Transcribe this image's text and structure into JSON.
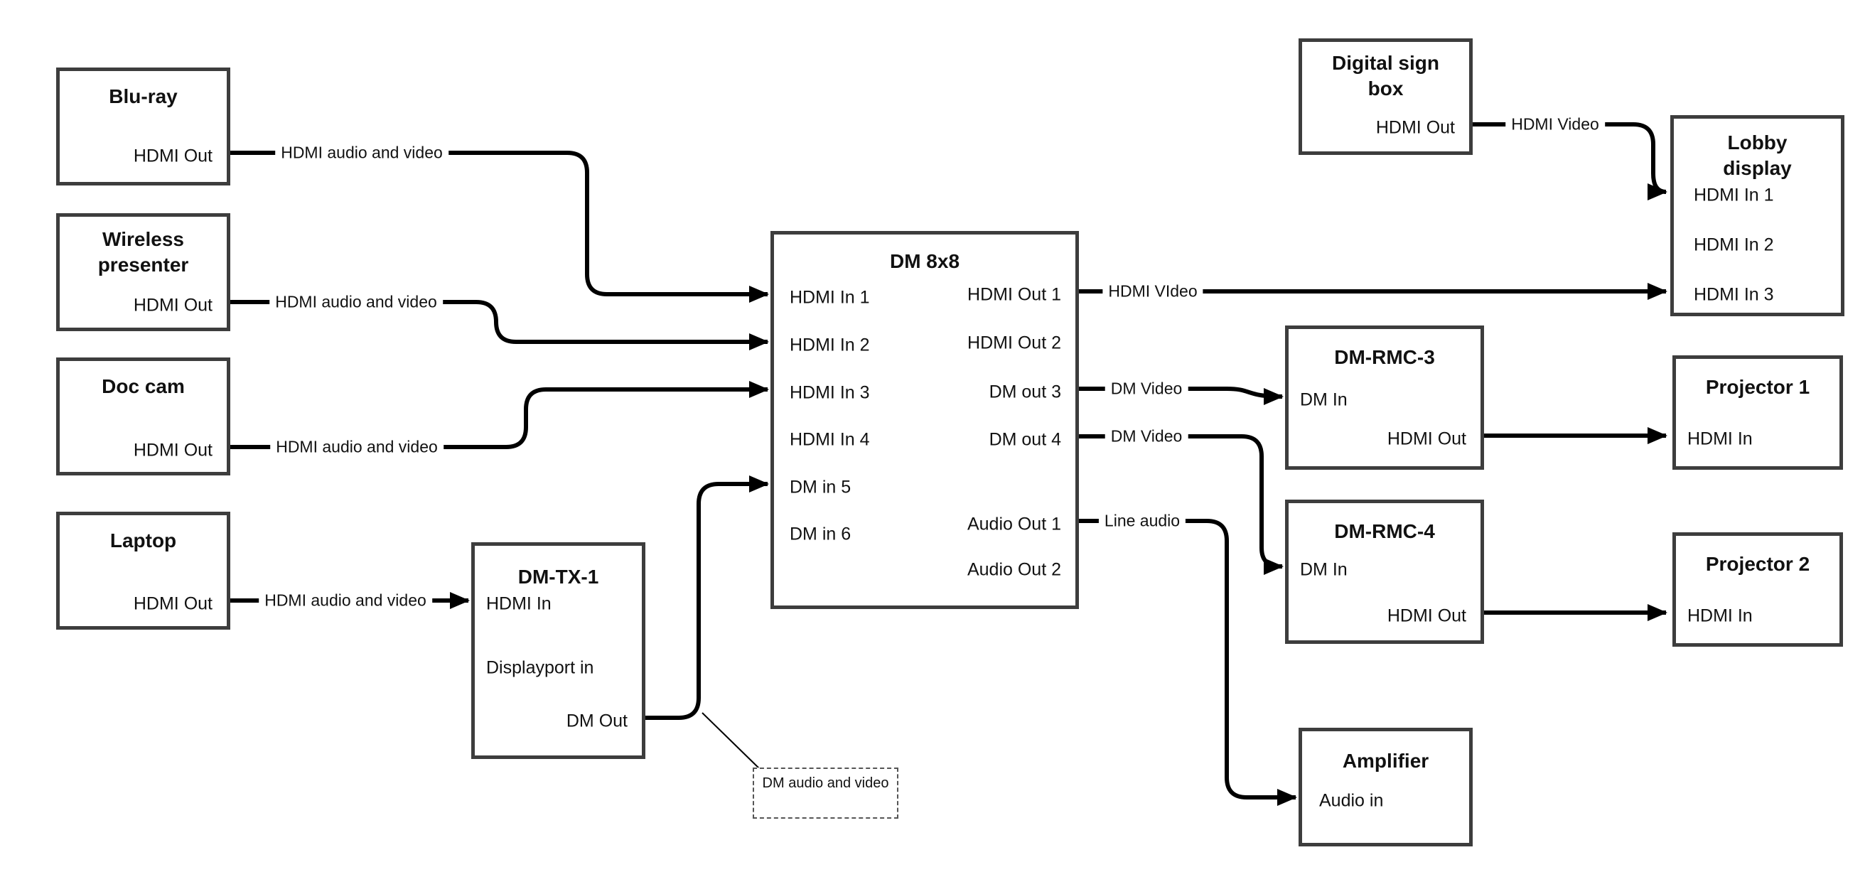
{
  "diagram": {
    "background": "#ffffff",
    "box_border_color": "#3d3d3d",
    "line_color": "#000000"
  },
  "nodes": {
    "bluray": {
      "title": "Blu-ray",
      "ports": {
        "out": "HDMI Out"
      }
    },
    "wireless": {
      "title": "Wireless presenter",
      "ports": {
        "out": "HDMI Out"
      }
    },
    "doccam": {
      "title": "Doc cam",
      "ports": {
        "out": "HDMI Out"
      }
    },
    "laptop": {
      "title": "Laptop",
      "ports": {
        "out": "HDMI Out"
      }
    },
    "dmtx1": {
      "title": "DM-TX-1",
      "ports": {
        "hdmi_in": "HDMI In",
        "dp_in": "Displayport in",
        "dm_out": "DM Out"
      }
    },
    "dm8x8": {
      "title": "DM 8x8",
      "ports": {
        "in1": "HDMI In 1",
        "in2": "HDMI In 2",
        "in3": "HDMI In 3",
        "in4": "HDMI In 4",
        "in5": "DM in 5",
        "in6": "DM in 6",
        "out1": "HDMI Out 1",
        "out2": "HDMI Out 2",
        "out3": "DM out 3",
        "out4": "DM out 4",
        "aout1": "Audio Out 1",
        "aout2": "Audio Out 2"
      }
    },
    "digitalsign": {
      "title": "Digital sign box",
      "ports": {
        "out": "HDMI Out"
      }
    },
    "lobby": {
      "title": "Lobby display",
      "ports": {
        "in1": "HDMI In 1",
        "in2": "HDMI In 2",
        "in3": "HDMI In 3"
      }
    },
    "dmrmc3": {
      "title": "DM-RMC-3",
      "ports": {
        "dm_in": "DM In",
        "hdmi_out": "HDMI Out"
      }
    },
    "proj1": {
      "title": "Projector 1",
      "ports": {
        "in": "HDMI In"
      }
    },
    "dmrmc4": {
      "title": "DM-RMC-4",
      "ports": {
        "dm_in": "DM In",
        "hdmi_out": "HDMI Out"
      }
    },
    "proj2": {
      "title": "Projector 2",
      "ports": {
        "in": "HDMI In"
      }
    },
    "amplifier": {
      "title": "Amplifier",
      "ports": {
        "audio_in": "Audio in"
      }
    }
  },
  "connections": {
    "bluray_dm": {
      "label": "HDMI audio and video",
      "from": "Blu-ray HDMI Out",
      "to": "DM 8x8 HDMI In 1"
    },
    "wireless_dm": {
      "label": "HDMI audio and video",
      "from": "Wireless presenter HDMI Out",
      "to": "DM 8x8 HDMI In 2"
    },
    "doccam_dm": {
      "label": "HDMI audio and video",
      "from": "Doc cam HDMI Out",
      "to": "DM 8x8 HDMI In 3"
    },
    "laptop_tx": {
      "label": "HDMI audio and video",
      "from": "Laptop HDMI Out",
      "to": "DM-TX-1 HDMI In"
    },
    "tx_dm": {
      "label": "",
      "from": "DM-TX-1 DM Out",
      "to": "DM 8x8 DM in 5"
    },
    "out1_lobby": {
      "label": "HDMI VIdeo",
      "from": "DM 8x8 HDMI Out 1",
      "to": "Lobby display HDMI In 3"
    },
    "out3_rmc3": {
      "label": "DM Video",
      "from": "DM 8x8 DM out 3",
      "to": "DM-RMC-3 DM In"
    },
    "out4_rmc4": {
      "label": "DM Video",
      "from": "DM 8x8 DM out 4",
      "to": "DM-RMC-4 DM In"
    },
    "audio_amp": {
      "label": "Line audio",
      "from": "DM 8x8 Audio Out 1",
      "to": "Amplifier Audio in"
    },
    "sign_lobby": {
      "label": "HDMI Video",
      "from": "Digital sign box HDMI Out",
      "to": "Lobby display HDMI In 1"
    },
    "rmc3_proj1": {
      "label": "",
      "from": "DM-RMC-3 HDMI Out",
      "to": "Projector 1 HDMI In"
    },
    "rmc4_proj2": {
      "label": "",
      "from": "DM-RMC-4 HDMI Out",
      "to": "Projector 2 HDMI In"
    }
  },
  "annotation": {
    "text": "DM audio and video"
  }
}
